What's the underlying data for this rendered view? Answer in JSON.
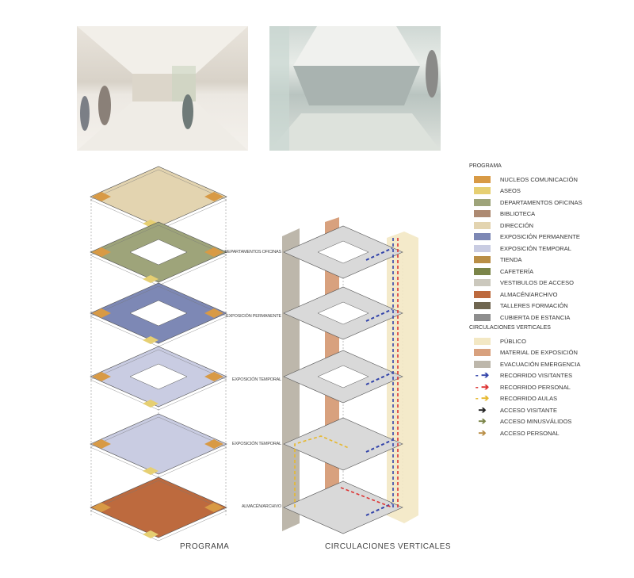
{
  "legend_programa": {
    "title": "PROGRAMA",
    "items": [
      {
        "label": "NUCLEOS COMUNICACIÓN",
        "color": "#d89a45"
      },
      {
        "label": "ASEOS",
        "color": "#e6cf72"
      },
      {
        "label": "DEPARTAMENTOS OFICINAS",
        "color": "#9ea47a"
      },
      {
        "label": "BIBLIOTECA",
        "color": "#ad8a72"
      },
      {
        "label": "DIRECCIÓN",
        "color": "#e3d4b0"
      },
      {
        "label": "EXPOSICIÓN PERMANENTE",
        "color": "#7d88b5"
      },
      {
        "label": "EXPOSICIÓN TEMPORAL",
        "color": "#c9cce2"
      },
      {
        "label": "TIENDA",
        "color": "#b98e46"
      },
      {
        "label": "CAFETERÍA",
        "color": "#7a8448"
      },
      {
        "label": "VESTIBULOS DE ACCESO",
        "color": "#cbc8bd"
      },
      {
        "label": "ALMACÉN/ARCHIVO",
        "color": "#bd6a3e"
      },
      {
        "label": "TALLERES FORMACIÓN",
        "color": "#6f6650"
      },
      {
        "label": "CUBIERTA DE ESTANCIA",
        "color": "#8e8e8e"
      }
    ]
  },
  "legend_circulaciones": {
    "title": "CIRCULACIONES VERTICALES",
    "swatches": [
      {
        "label": "PÚBLICO",
        "color": "#f3e8c4"
      },
      {
        "label": "MATERIAL DE EXPOSICIÓN",
        "color": "#d8a17e"
      },
      {
        "label": "EVACUACIÓN EMERGENCIA",
        "color": "#bdb7ab"
      }
    ],
    "arrows": [
      {
        "label": "RECORRIDO VISITANTES",
        "color": "#3344aa",
        "glyph": "- ➔"
      },
      {
        "label": "RECORRIDO PERSONAL",
        "color": "#dd3333",
        "glyph": "- ➔"
      },
      {
        "label": "RECORRIDO AULAS",
        "color": "#e6b82e",
        "glyph": "- ➔"
      },
      {
        "label": "ACCESO VISITANTE",
        "color": "#222222",
        "glyph": "➔"
      },
      {
        "label": "ACCESO MINUSVÁLIDOS",
        "color": "#7a8448",
        "glyph": "➔"
      },
      {
        "label": "ACCESO PERSONAL",
        "color": "#b98e46",
        "glyph": "➔"
      }
    ]
  },
  "floor_labels": [
    "DEPARTAMENTOS OFICINAS",
    "EXPOSICIÓN PERMANENTE",
    "EXPOSICIÓN TEMPORAL",
    "EXPOSICIÓN TEMPORAL",
    "ALMACÉN/ARCHIVO"
  ],
  "captions": {
    "left": "PROGRAMA",
    "right": "CIRCULACIONES VERTICALES"
  },
  "left_floor_colors": [
    "#e3d4b0",
    "#9ea47a",
    "#7d88b5",
    "#c9cce2",
    "#c9cce2",
    "#bd6a3e"
  ]
}
